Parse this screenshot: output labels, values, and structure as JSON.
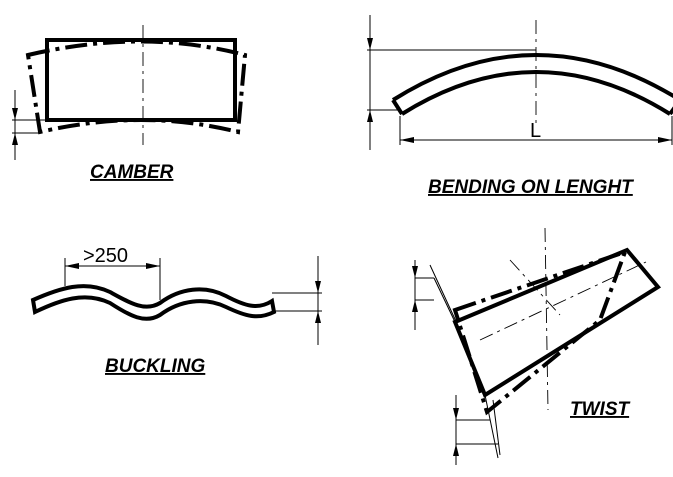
{
  "diagrams": {
    "camber": {
      "label": "CAMBER"
    },
    "bending": {
      "label": "BENDING ON LENGHT",
      "dimension": "L"
    },
    "buckling": {
      "label": "BUCKLING",
      "dimension": ">250"
    },
    "twist": {
      "label": "TWIST"
    }
  }
}
